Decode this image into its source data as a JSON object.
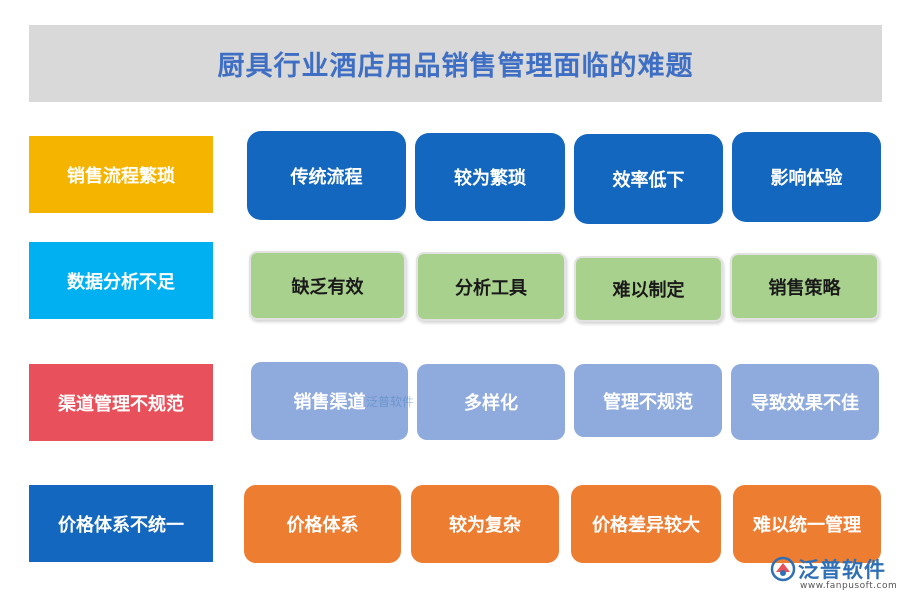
{
  "title": "厨具行业酒店用品销售管理面临的难题",
  "rows": [
    {
      "category": "销售流程繁琐",
      "items": [
        "传统流程",
        "较为繁琐",
        "效率低下",
        "影响体验"
      ],
      "color": "#f4b400"
    },
    {
      "category": "数据分析不足",
      "items": [
        "缺乏有效",
        "分析工具",
        "难以制定",
        "销售策略"
      ],
      "color": "#00b0f0"
    },
    {
      "category": "渠道管理不规范",
      "items": [
        "销售渠道",
        "多样化",
        "管理不规范",
        "导致效果不佳"
      ],
      "color": "#e8505b"
    },
    {
      "category": "价格体系不统一",
      "items": [
        "价格体系",
        "较为复杂",
        "价格差异较大",
        "难以统一管理"
      ],
      "color": "#1467be"
    }
  ],
  "logo": {
    "name": "泛普软件",
    "url": "www.fanpusoft.com"
  },
  "watermark": "泛普软件"
}
